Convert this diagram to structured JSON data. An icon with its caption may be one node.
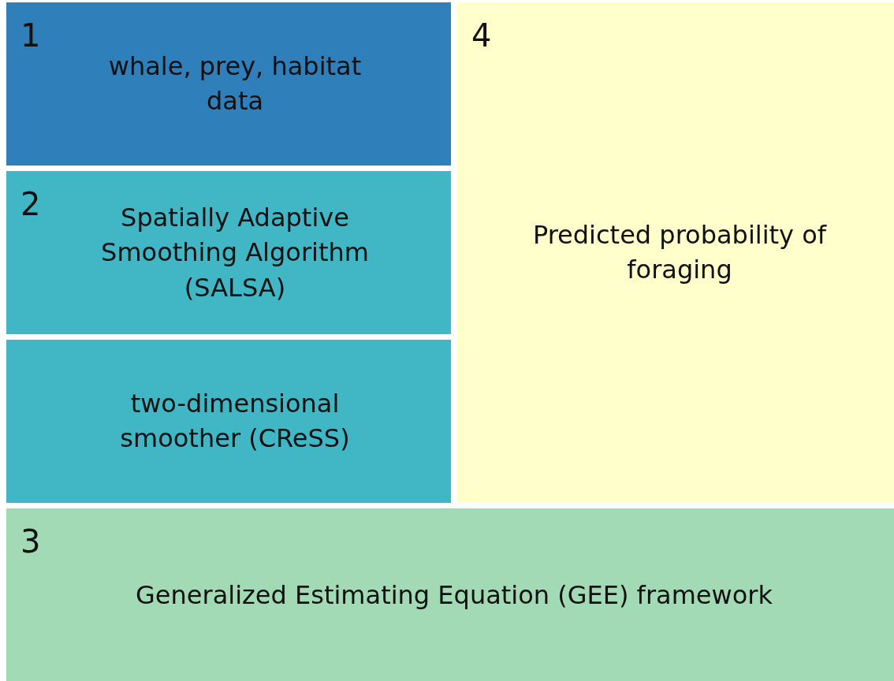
{
  "diagram": {
    "nodes": [
      {
        "text": [
          "1",
          "whale, prey, habitat data"
        ]
      },
      {
        "text": [
          "2",
          "Spatially Adaptive Smoothing Algorithm (SALSA)"
        ]
      },
      {
        "text": [
          "two-dimensional smoother (CReSS)"
        ]
      },
      {
        "text": [
          "4",
          "Predicted probability of foraging"
        ]
      },
      {
        "text": [
          "3",
          "Generalized Estimating Equation (GEE) framework"
        ]
      }
    ]
  }
}
